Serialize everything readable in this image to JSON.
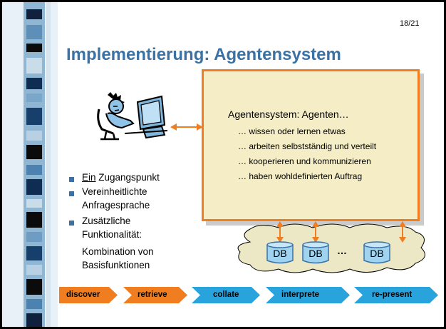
{
  "slide": {
    "page_number": "18/21",
    "title": "Implementierung: Agentensystem"
  },
  "agent_box": {
    "heading": "Agentensystem: Agenten…",
    "items": [
      "… wissen oder lernen etwas",
      "… arbeiten selbstständig und verteilt",
      "… kooperieren und kommunizieren",
      "… haben wohldefinierten Auftrag"
    ]
  },
  "bullets": {
    "b1_underlined": "Ein",
    "b1_rest": " Zugangspunkt",
    "b2_line1": "Vereinheitlichte",
    "b2_line2": "Anfragesprache",
    "b3_line1": "Zusätzliche",
    "b3_line2": "Funktionalität:",
    "sub_line1": "Kombination von",
    "sub_line2": "Basisfunktionen"
  },
  "databases": {
    "db1": "DB",
    "db2": "DB",
    "db3": "DB",
    "ellipsis": "…"
  },
  "process": {
    "steps": [
      "discover",
      "retrieve",
      "collate",
      "interprete",
      "re-present"
    ]
  },
  "colors": {
    "title": "#3a72a6",
    "accent_orange": "#f07d20",
    "agent_box_fill": "#f4edc5",
    "process_orange": "#f07d20",
    "process_blue": "#29a3dc",
    "db_fill": "#9fd3ef",
    "cloud_fill": "#ece7c4",
    "bullet": "#3a72a6"
  }
}
